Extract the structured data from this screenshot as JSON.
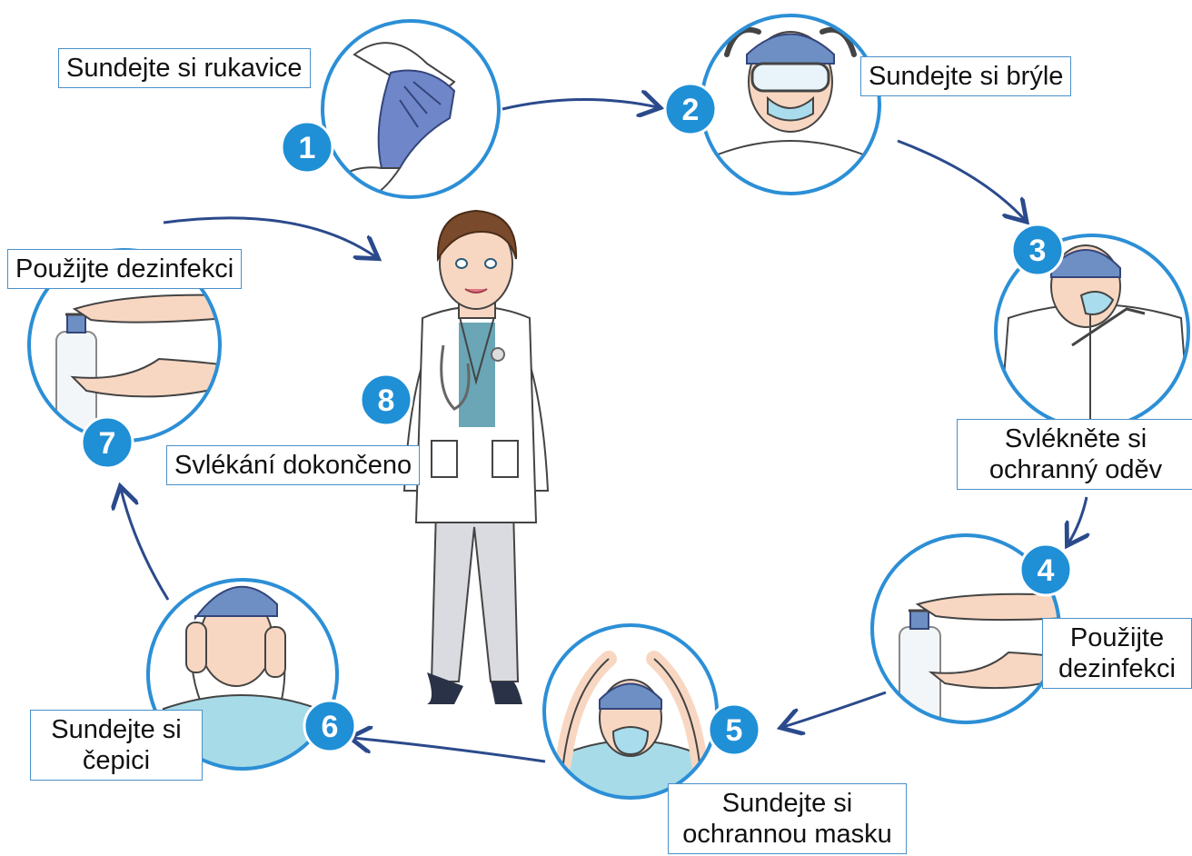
{
  "colors": {
    "badge": "#1f8fd6",
    "badge_text": "#ffffff",
    "arrow": "#2b4a8c",
    "circle_border": "#2c8fd6",
    "label_border": "#4a90c9",
    "glove": "#6f86c9",
    "cap": "#6d8fc4",
    "mask": "#a9dcec",
    "skin": "#f8d7c2",
    "shirt": "#a8dbe8",
    "scrub": "#6aa6b5",
    "trouser": "#d9dbe0"
  },
  "steps": [
    {
      "number": "1",
      "lines": [
        "Sundejte si rukavice"
      ],
      "icon": "gloves-removal-icon"
    },
    {
      "number": "2",
      "lines": [
        "Sundejte si brýle"
      ],
      "icon": "goggles-removal-icon"
    },
    {
      "number": "3",
      "lines": [
        "Svlékněte si",
        "ochranný oděv"
      ],
      "icon": "gown-removal-icon"
    },
    {
      "number": "4",
      "lines": [
        "Použijte",
        "dezinfekci"
      ],
      "icon": "hand-sanitizer-icon"
    },
    {
      "number": "5",
      "lines": [
        "Sundejte si",
        "ochrannou masku"
      ],
      "icon": "mask-removal-icon"
    },
    {
      "number": "6",
      "lines": [
        "Sundejte si",
        "čepici"
      ],
      "icon": "cap-removal-icon"
    },
    {
      "number": "7",
      "lines": [
        "Použijte dezinfekci"
      ],
      "icon": "hand-sanitizer-icon"
    },
    {
      "number": "8",
      "lines": [
        "Svlékání dokončeno"
      ],
      "icon": "doctor-icon"
    }
  ]
}
